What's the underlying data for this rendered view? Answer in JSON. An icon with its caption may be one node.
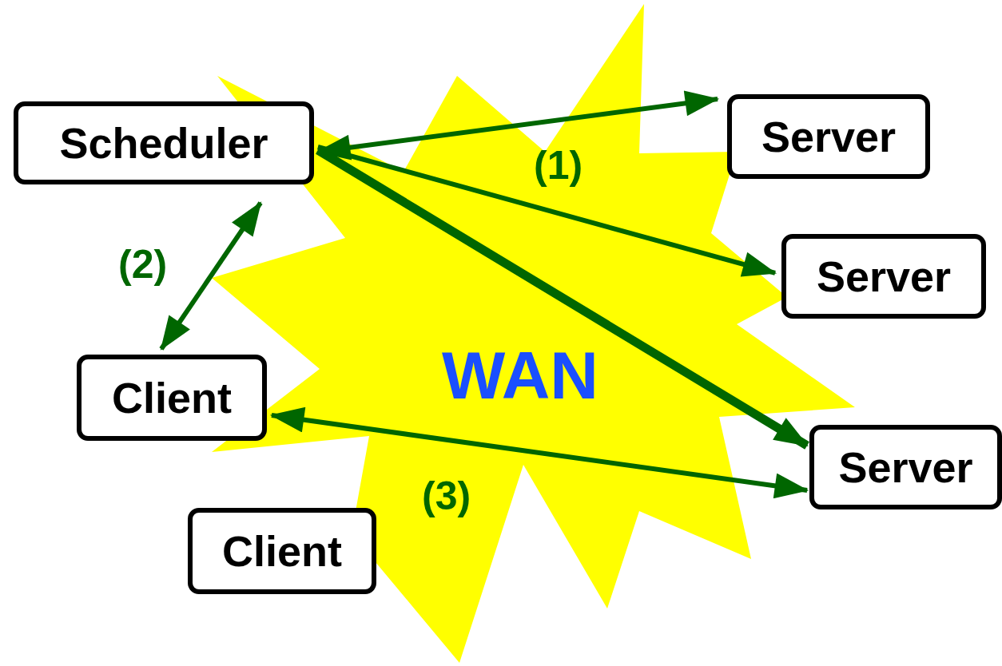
{
  "diagram": {
    "nodes": [
      {
        "text": [
          "Scheduler"
        ]
      },
      {
        "text": [
          "Server"
        ]
      },
      {
        "text": [
          "Server"
        ]
      },
      {
        "text": [
          "Client"
        ]
      },
      {
        "text": [
          "Server"
        ]
      },
      {
        "text": [
          "Client"
        ]
      }
    ],
    "edges": [
      {
        "from": 0,
        "to": 1,
        "arrow": "both"
      },
      {
        "from": 0,
        "to": 2,
        "arrow": "to"
      },
      {
        "from": 0,
        "to": 4,
        "arrow": "to",
        "style": "thick"
      },
      {
        "from": 3,
        "to": 0,
        "arrow": "both"
      },
      {
        "from": 3,
        "to": 4,
        "arrow": "both"
      }
    ],
    "labels": [
      "(1)",
      "(2)",
      "WAN",
      "(3)"
    ]
  }
}
